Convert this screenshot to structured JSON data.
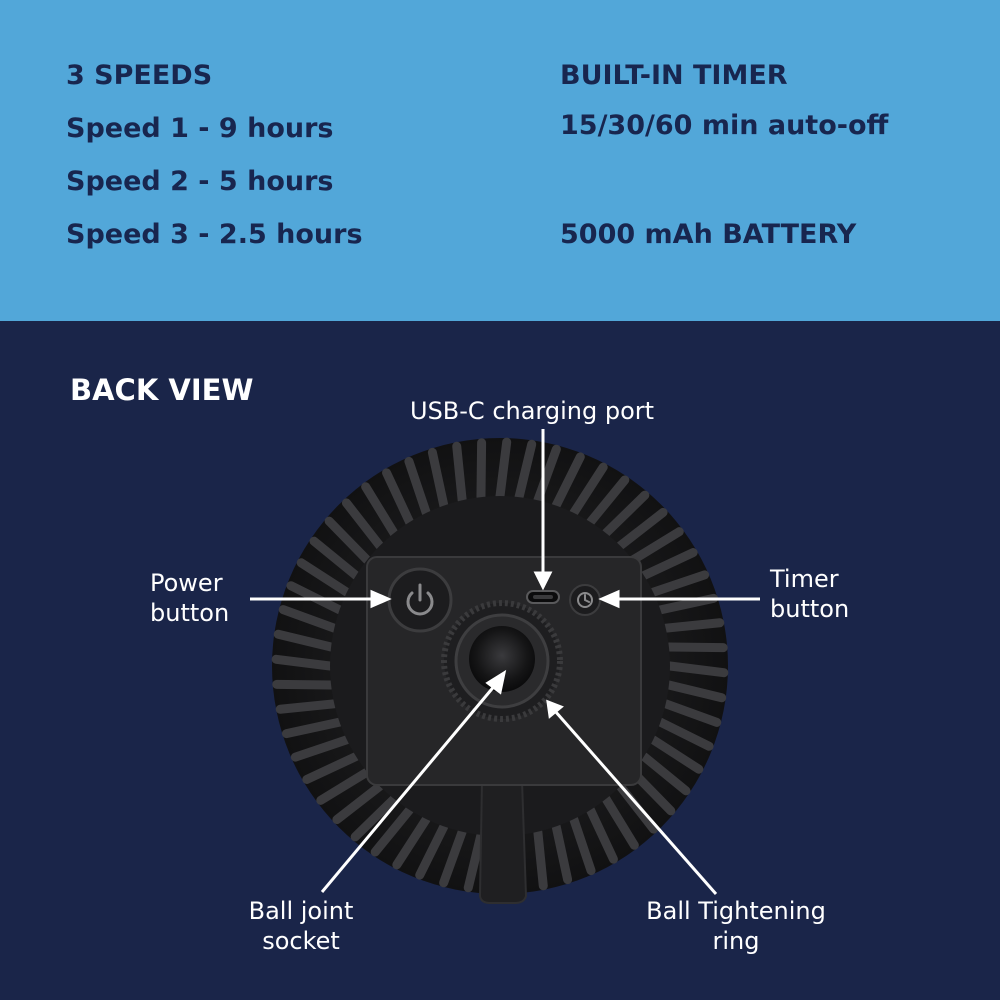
{
  "specs": {
    "speeds": {
      "heading": "3 SPEEDS",
      "lines": [
        "Speed 1 - 9 hours",
        "Speed 2 - 5 hours",
        "Speed 3 - 2.5 hours"
      ]
    },
    "timer": {
      "heading": "BUILT-IN TIMER",
      "detail": "15/30/60 min auto-off"
    },
    "battery": "5000 mAh BATTERY"
  },
  "back_view": {
    "title": "BACK VIEW",
    "callouts": {
      "usb_port": "USB-C charging port",
      "power_button": [
        "Power",
        "button"
      ],
      "timer_button": [
        "Timer",
        "button"
      ],
      "ball_socket": [
        "Ball joint",
        "socket"
      ],
      "tightening_ring": [
        "Ball Tightening",
        "ring"
      ]
    }
  },
  "colors": {
    "top_band": "#52a7d9",
    "bottom_band": "#1a2549",
    "spec_text": "#18264f",
    "callout_text": "#ffffff"
  },
  "icons": [
    "power-icon",
    "timer-icon",
    "usb-c-port-icon"
  ]
}
